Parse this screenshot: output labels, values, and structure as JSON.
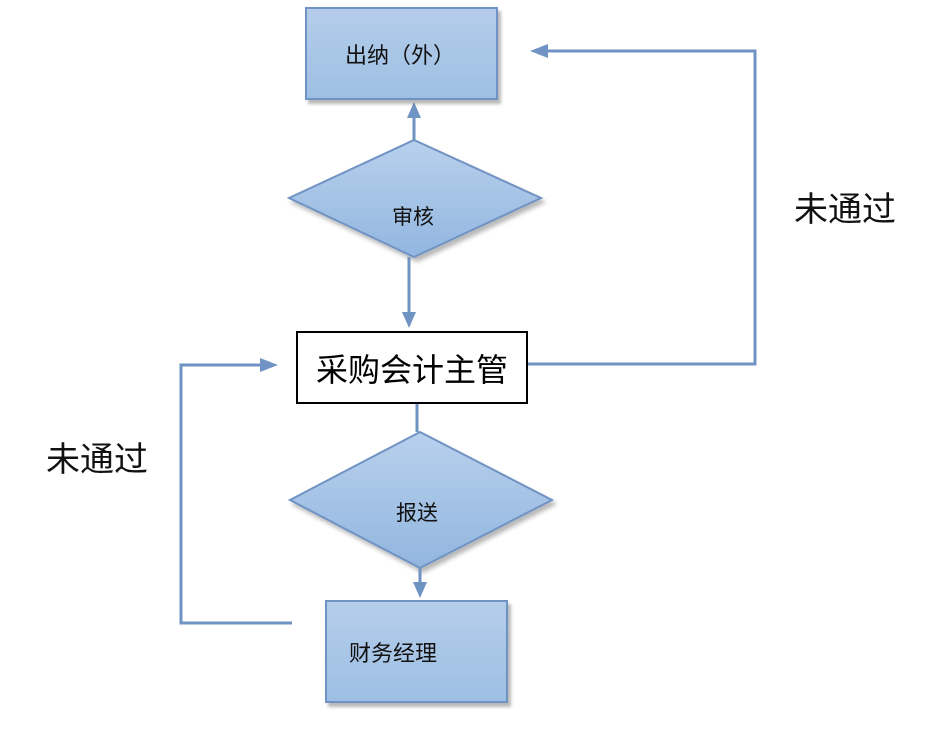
{
  "nodes": {
    "cashier": "出纳（外）",
    "review": "审核",
    "accounting_supervisor": "采购会计主管",
    "submit": "报送",
    "finance_manager": "财务经理"
  },
  "edges": {
    "rejected_right": "未通过",
    "rejected_left": "未通过"
  },
  "colors": {
    "node_fill": "#a9c6e8",
    "node_border": "#6f93c3",
    "connector": "#6f93c3"
  }
}
